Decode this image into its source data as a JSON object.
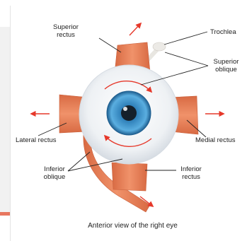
{
  "colors": {
    "muscle": "#e9825c",
    "muscle_dark": "#c9603c",
    "sclera": "#f3f5f7",
    "iris": "#3b8fc4",
    "arrow": "#e6382a",
    "tendon": "#e8e6e1",
    "accent_bar": "#e8775f"
  },
  "labels": {
    "superior_rectus_line1": "Superior",
    "superior_rectus_line2": "rectus",
    "trochlea": "Trochlea",
    "superior_oblique_line1": "Superior",
    "superior_oblique_line2": "oblique",
    "lateral_rectus": "Lateral rectus",
    "medial_rectus": "Medial rectus",
    "inferior_oblique_line1": "Inferior",
    "inferior_oblique_line2": "oblique",
    "inferior_rectus_line1": "Inferior",
    "inferior_rectus_line2": "rectus"
  },
  "caption": "Anterior view of the right eye"
}
